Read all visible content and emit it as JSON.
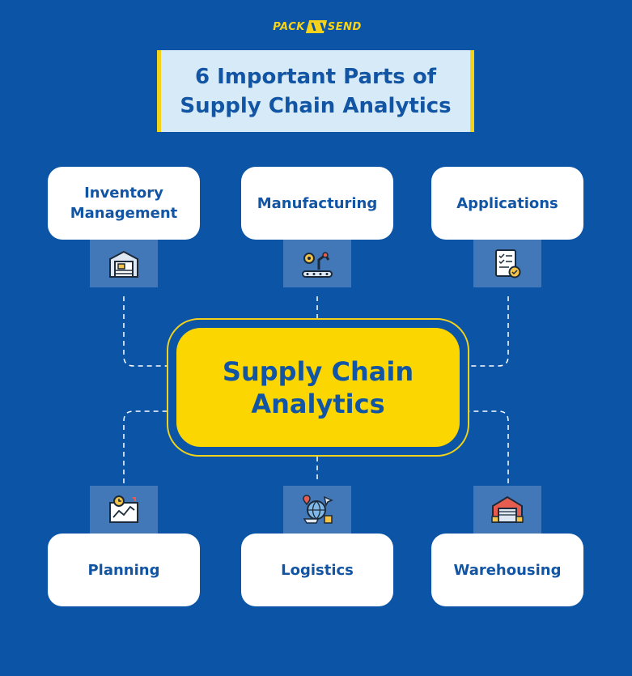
{
  "brand": {
    "left": "PACK",
    "right": "SEND"
  },
  "title": {
    "line1": "6 Important Parts of",
    "line2": "Supply Chain Analytics"
  },
  "center": {
    "line1": "Supply Chain",
    "line2": "Analytics"
  },
  "parts": {
    "inventory": {
      "line1": "Inventory",
      "line2": "Management",
      "icon": "warehouse-shelf-icon"
    },
    "manufacturing": {
      "label": "Manufacturing",
      "icon": "robot-arm-conveyor-icon"
    },
    "applications": {
      "label": "Applications",
      "icon": "checklist-icon"
    },
    "planning": {
      "label": "Planning",
      "icon": "planning-chart-icon"
    },
    "logistics": {
      "label": "Logistics",
      "icon": "globe-transport-icon"
    },
    "warehousing": {
      "label": "Warehousing",
      "icon": "warehouse-building-icon"
    }
  },
  "colors": {
    "background": "#0b54a6",
    "accent_yellow": "#fcd600",
    "text_blue": "#1155a4",
    "tile_blue": "#4378b8",
    "title_bg": "#d7eaf7"
  }
}
